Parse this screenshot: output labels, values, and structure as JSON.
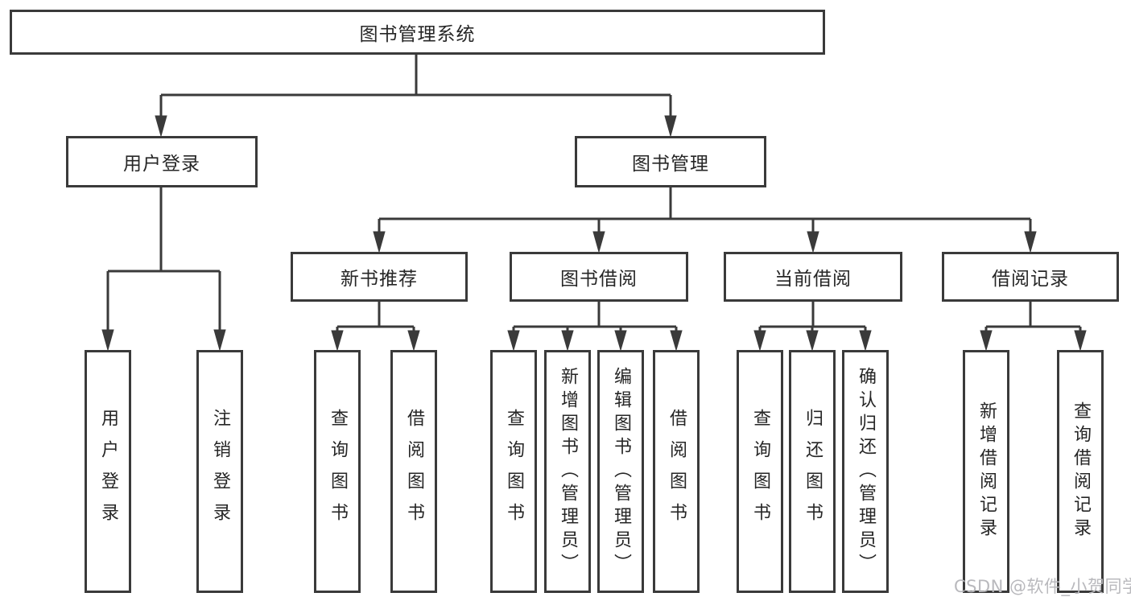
{
  "diagram": {
    "root": {
      "label": "图书管理系统"
    },
    "branches": [
      {
        "label": "用户登录",
        "leaves": [
          "用户登录",
          "注销登录"
        ]
      },
      {
        "label": "图书管理",
        "sections": [
          {
            "label": "新书推荐",
            "leaves": [
              "查询图书",
              "借阅图书"
            ]
          },
          {
            "label": "图书借阅",
            "leaves": [
              "查询图书",
              "新增图书（管理员）",
              "编辑图书（管理员）",
              "借阅图书"
            ]
          },
          {
            "label": "当前借阅",
            "leaves": [
              "查询图书",
              "归还图书",
              "确认归还（管理员）"
            ]
          },
          {
            "label": "借阅记录",
            "leaves": [
              "新增借阅记录",
              "查询借阅记录"
            ]
          }
        ]
      }
    ]
  },
  "watermark": {
    "text": "CSDN @软件_小贺同学"
  },
  "colors": {
    "line": "#3a3a3a",
    "text": "#262626",
    "watermark": "#b9b9bd",
    "background": "#ffffff"
  }
}
